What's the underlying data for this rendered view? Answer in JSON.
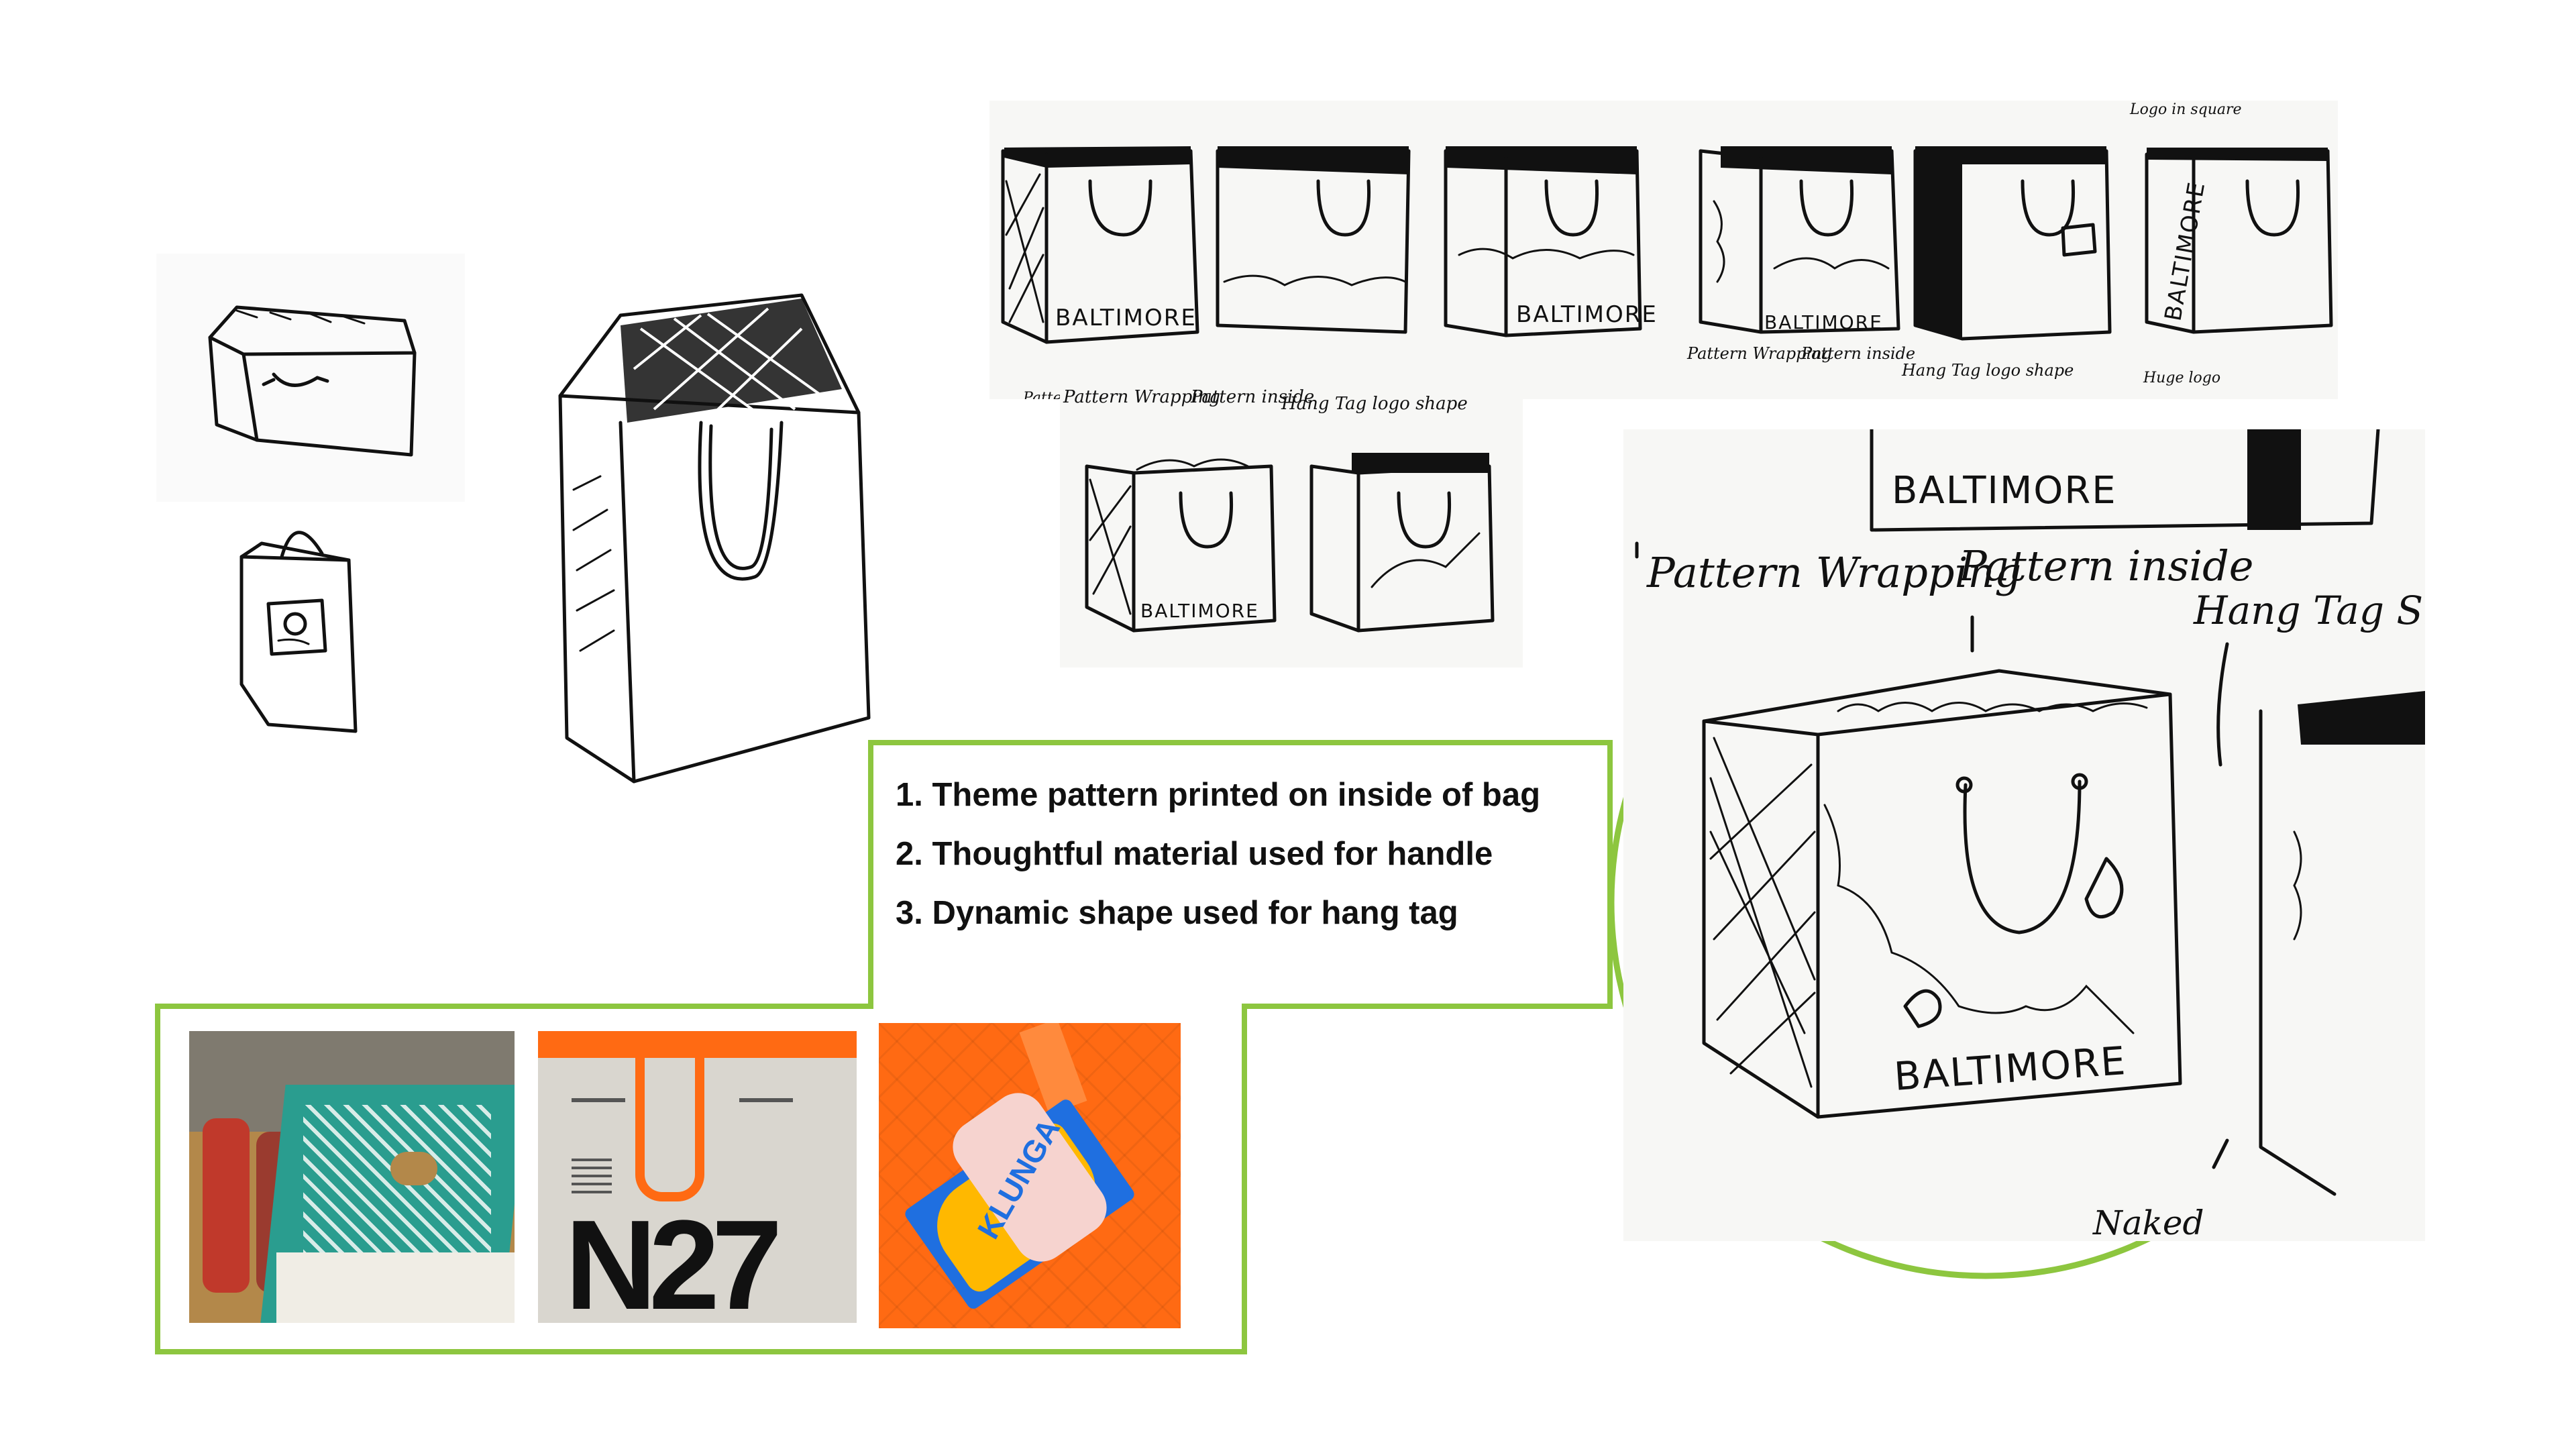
{
  "features": [
    "1. Theme pattern printed on inside of bag",
    "2. Thoughtful material used for handle",
    "3. Dynamic shape used for hang tag"
  ],
  "sketch_labels": {
    "brand": "BALTIMORE",
    "pattern_wrapping": "Pattern Wrapping",
    "pattern_inside": "Pattern inside",
    "hang_tag": "Hang Tag logo shape",
    "huge_logo": "Huge logo",
    "logo_square": "Logo in square",
    "hang_tag_shape": "Hang Tag Shape",
    "naked": "Naked"
  },
  "reference_photos": {
    "n27_mark": "N27",
    "klunga_tag": "KLUNGA"
  },
  "colors": {
    "callout_green": "#8dc63f",
    "orange": "#ff6a13",
    "teal": "#2a9d8f"
  }
}
